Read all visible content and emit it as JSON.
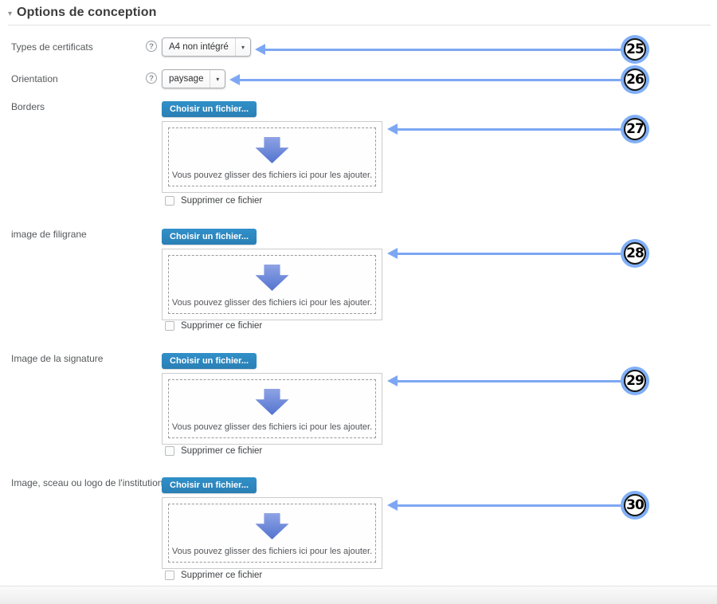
{
  "header": {
    "title": "Options de conception"
  },
  "icons": {
    "collapse": "▾",
    "help": "?",
    "select_caret": "▾"
  },
  "fields": [
    {
      "label": "Types de certificats",
      "value": "A4 non intégré"
    },
    {
      "label": "Orientation",
      "value": "paysage"
    }
  ],
  "file_picker_common": {
    "button_label": "Choisir un fichier...",
    "dropzone_text": "Vous pouvez glisser des fichiers ici pour les ajouter.",
    "delete_checkbox_label": "Supprimer ce fichier"
  },
  "file_pickers": [
    {
      "label": "Borders"
    },
    {
      "label": "image de filigrane"
    },
    {
      "label": "Image de la signature"
    },
    {
      "label": "Image, sceau ou logo de l'institution."
    }
  ],
  "annotations": [
    {
      "number": "25"
    },
    {
      "number": "26"
    },
    {
      "number": "27"
    },
    {
      "number": "28"
    },
    {
      "number": "29"
    },
    {
      "number": "30"
    }
  ],
  "colors": {
    "button_bg": "#2d87c0",
    "annotation_blue": "#7da7f3",
    "badge_ring_blue": "#80aff6",
    "drop_arrow_blue": "#6e8bd9",
    "title_text": "#3c3c3c"
  }
}
